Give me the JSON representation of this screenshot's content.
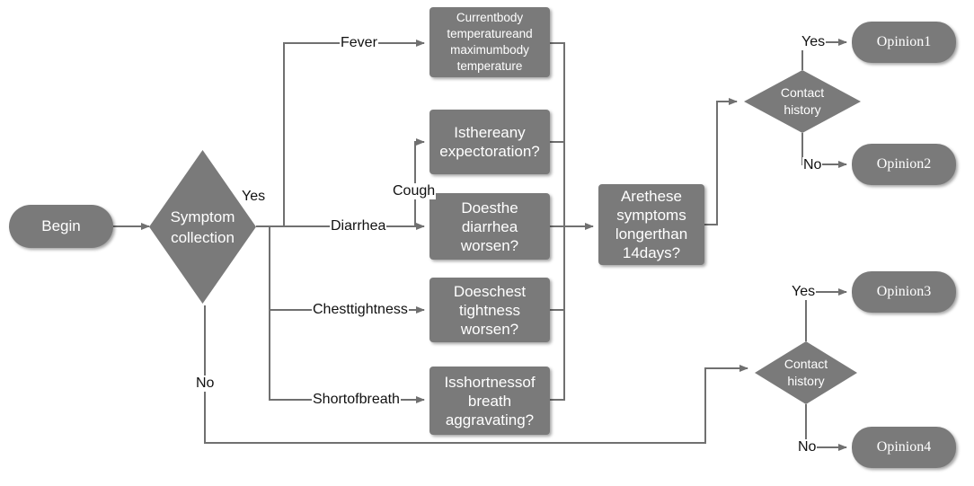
{
  "nodes": {
    "begin": "Begin",
    "symptom_collection": "Symptom collection",
    "fever_q": "Currentbody temperatureand maximumbody temperature",
    "cough_q": "Isthereany expectoration?",
    "diarrhea_q": "Doesthe diarrhea worsen?",
    "chest_q": "Doeschest tightness worsen?",
    "breath_q": "Isshortnessof breath aggravating?",
    "duration_q": "Arethese symptoms longerthan 14days?",
    "contact_history_1": "Contact history",
    "contact_history_2": "Contact history",
    "opinion1": "Opinion1",
    "opinion2": "Opinion2",
    "opinion3": "Opinion3",
    "opinion4": "Opinion4"
  },
  "labels": {
    "yes_main": "Yes",
    "no_main": "No",
    "fever": "Fever",
    "cough": "Cough",
    "diarrhea": "Diarrhea",
    "chest": "Chesttightness",
    "breath": "Shortofbreath",
    "yes_1": "Yes",
    "no_1": "No",
    "yes_2": "Yes",
    "no_2": "No"
  },
  "colors": {
    "node_fill": "#7a7a7a",
    "node_text": "#ffffff",
    "edge": "#707070"
  }
}
